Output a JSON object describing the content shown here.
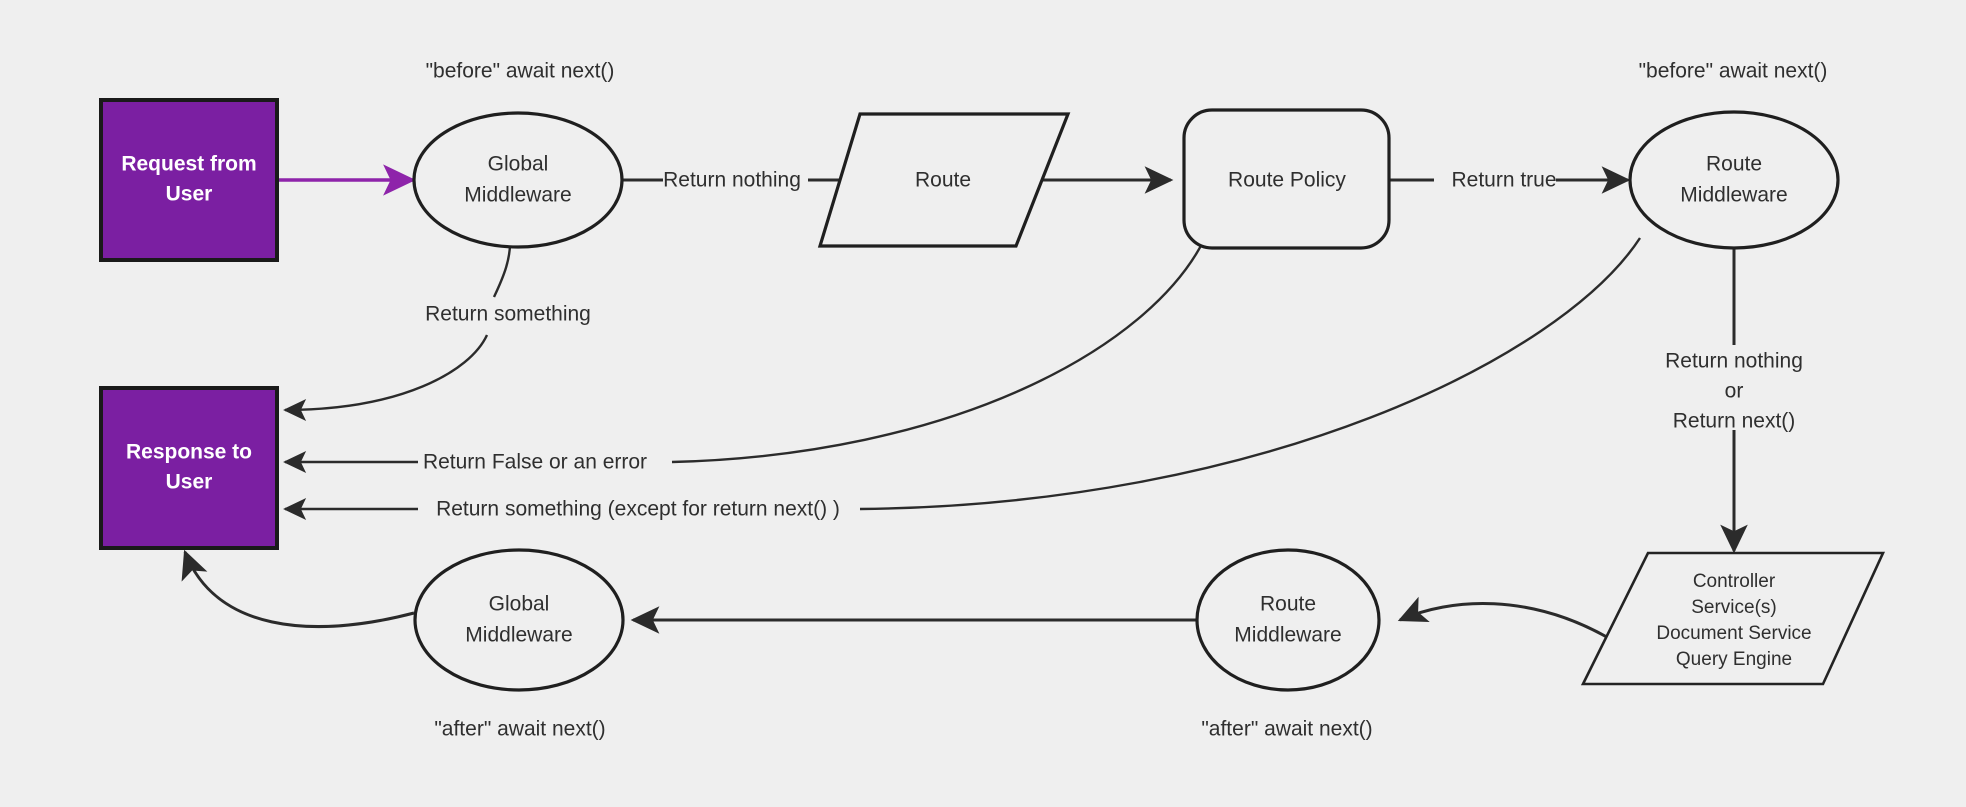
{
  "diagram": {
    "background_color": "#efefef",
    "accent_color": "#7b1fa2",
    "line_color": "#2b2b2b",
    "nodes": {
      "request_from_user": {
        "line1": "Request from",
        "line2": "User"
      },
      "response_to_user": {
        "line1": "Response to",
        "line2": "User"
      },
      "global_middleware_top": {
        "line1": "Global",
        "line2": "Middleware"
      },
      "route": {
        "label": "Route"
      },
      "route_policy": {
        "label": "Route Policy"
      },
      "route_middleware_top": {
        "line1": "Route",
        "line2": "Middleware"
      },
      "controller_stack": {
        "line1": "Controller",
        "line2": "Service(s)",
        "line3": "Document Service",
        "line4": "Query Engine"
      },
      "route_middleware_bottom": {
        "line1": "Route",
        "line2": "Middleware"
      },
      "global_middleware_bottom": {
        "line1": "Global",
        "line2": "Middleware"
      }
    },
    "annotations": {
      "before_await_next_left": "\"before\" await next()",
      "before_await_next_right": "\"before\" await next()",
      "after_await_next_left": "\"after\" await next()",
      "after_await_next_right": "\"after\" await next()"
    },
    "edge_labels": {
      "return_nothing": "Return nothing",
      "return_true": "Return true",
      "return_something": "Return something",
      "return_false_or_error": "Return False or an error",
      "return_something_except_next": "Return something (except for return next() )",
      "return_nothing_or_next_line1": "Return nothing",
      "return_nothing_or_next_line2": "or",
      "return_nothing_or_next_line3": "Return next()"
    }
  }
}
